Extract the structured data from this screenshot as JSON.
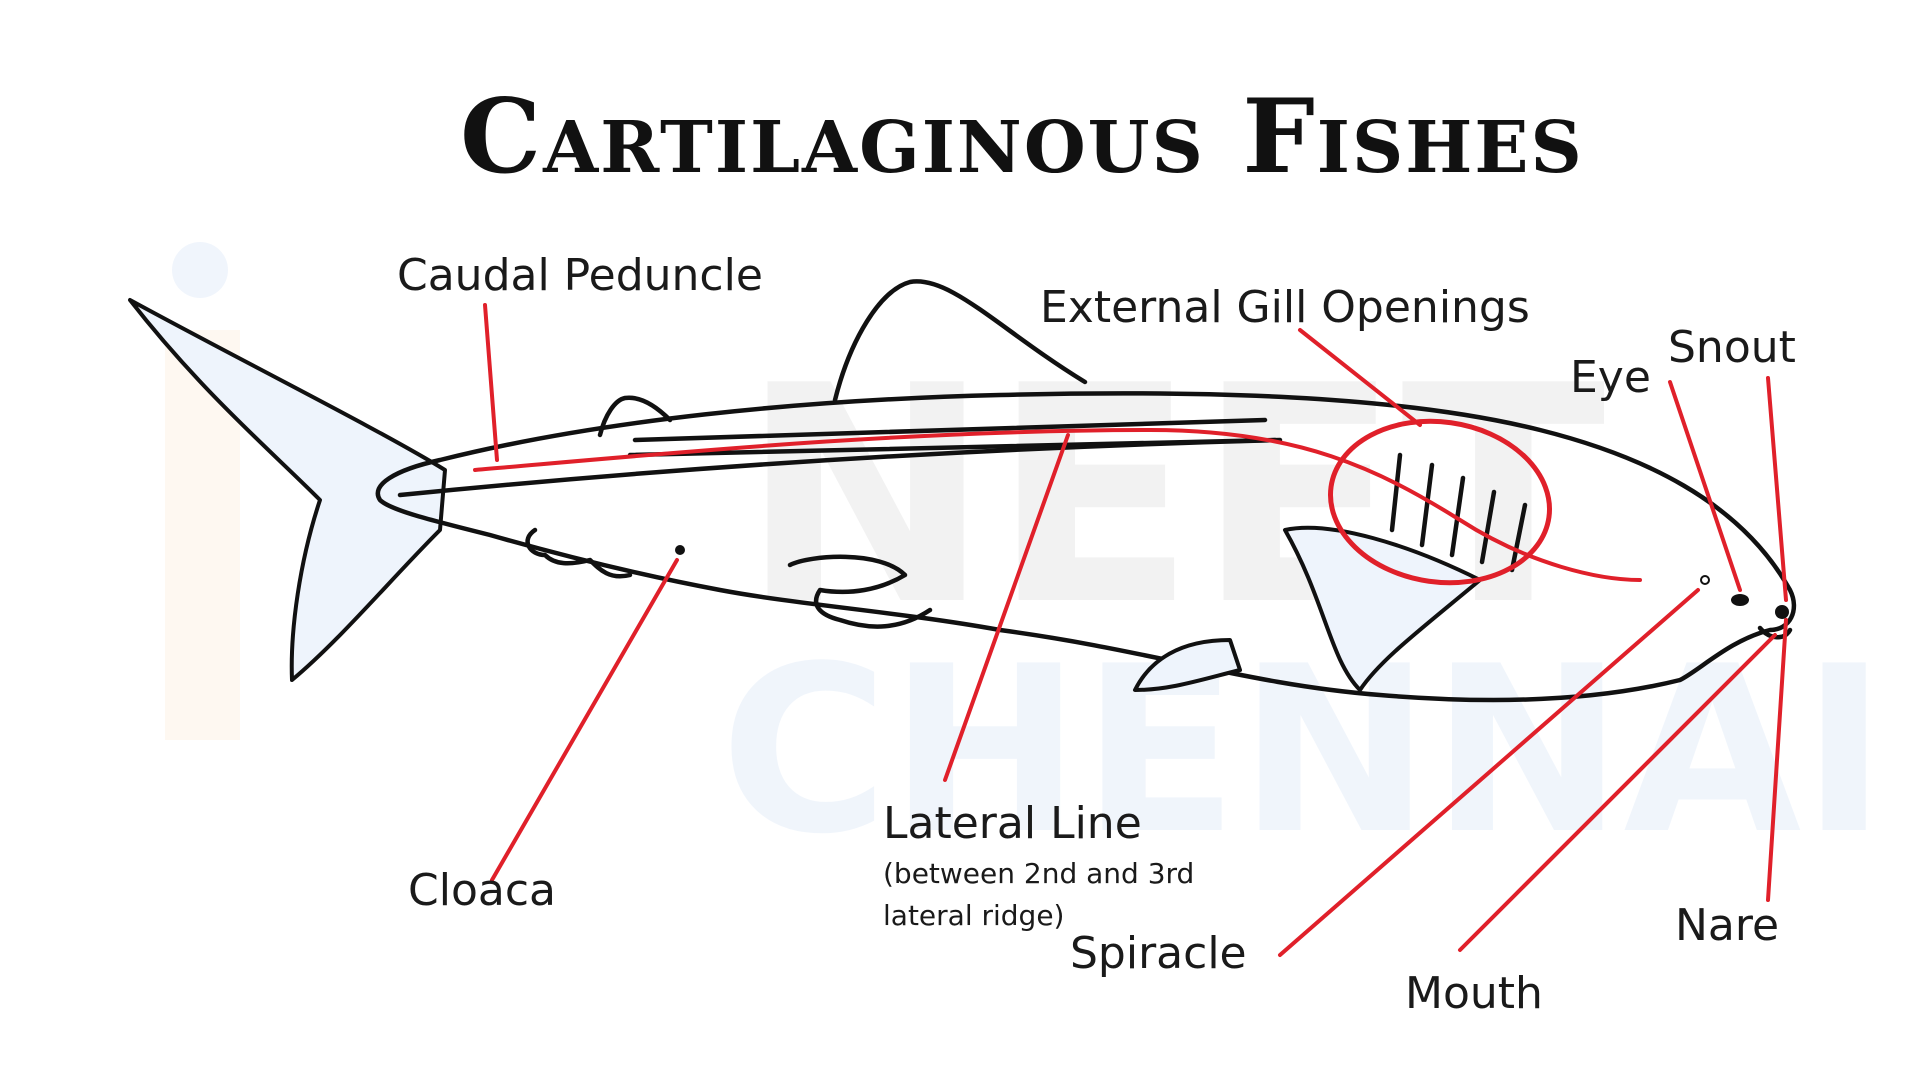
{
  "title": "Cartilaginous Fishes",
  "watermark": {
    "line1": "NEET",
    "line2": "CHENNAI"
  },
  "labels": {
    "caudal_peduncle": "Caudal Peduncle",
    "external_gill_openings": "External Gill Openings",
    "snout": "Snout",
    "eye": "Eye",
    "lateral_line": "Lateral Line",
    "lateral_line_note_1": "(between 2nd and 3rd",
    "lateral_line_note_2": "lateral ridge)",
    "cloaca": "Cloaca",
    "spiracle": "Spiracle",
    "mouth": "Mouth",
    "nare": "Nare"
  },
  "colors": {
    "pointer": "#e0202a",
    "outline": "#111111",
    "fin_fill": "#eef4fc",
    "watermark_orange": "#f5a04a",
    "watermark_blue": "#3a7bd5"
  }
}
